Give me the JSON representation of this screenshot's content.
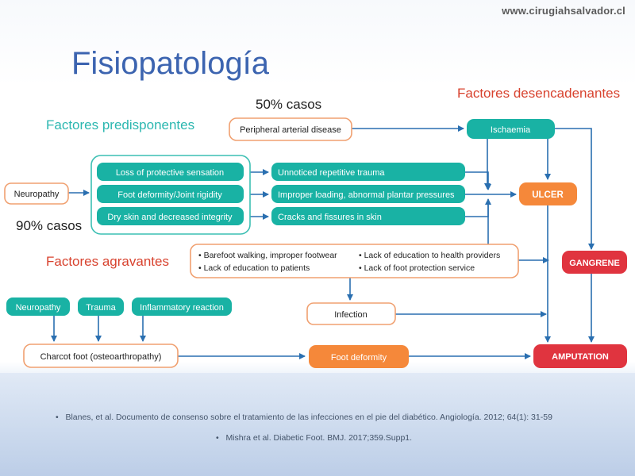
{
  "header": {
    "url": "www.cirugiahsalvador.cl",
    "title": "Fisiopatología"
  },
  "annotations": {
    "cases_50": "50% casos",
    "cases_90": "90% casos",
    "predisponentes": "Factores predisponentes",
    "desencadenantes": "Factores desencadenantes",
    "agravantes": "Factores agravantes"
  },
  "nodes": {
    "neuropathy": "Neuropathy",
    "peripheral_arterial_disease": "Peripheral arterial disease",
    "ischaemia": "Ischaemia",
    "loss_protective_sensation": "Loss of protective sensation",
    "foot_deformity_joint": "Foot deformity/Joint rigidity",
    "dry_skin": "Dry skin and decreased integrity",
    "unnoticed_trauma": "Unnoticed repetitive trauma",
    "improper_loading": "Improper loading, abnormal plantar pressures",
    "cracks_fissures": "Cracks and fissures in skin",
    "ulcer": "ULCER",
    "barefoot": "Barefoot walking, improper footwear",
    "lack_edu_patients": "Lack of education to patients",
    "lack_edu_providers": "Lack of education to health providers",
    "lack_foot_protection": "Lack of foot protection service",
    "gangrene": "GANGRENE",
    "infection": "Infection",
    "neuropathy2": "Neuropathy",
    "trauma": "Trauma",
    "inflammatory": "Inflammatory reaction",
    "charcot": "Charcot foot (osteoarthropathy)",
    "foot_deformity": "Foot deformity",
    "amputation": "AMPUTATION"
  },
  "colors": {
    "teal": "#19b2a4",
    "orange": "#f5883a",
    "red": "#e0343f",
    "arrow": "#2a6fb0",
    "outline_orange": "#f0a070",
    "outline_teal": "#3cbfb3"
  },
  "references": [
    "Blanes, et al. Documento de consenso sobre el tratamiento de las infecciones en el pie del diabético. Angiología. 2012; 64(1): 31-59",
    "Mishra et al. Diabetic Foot.  BMJ. 2017;359.Supp1."
  ]
}
